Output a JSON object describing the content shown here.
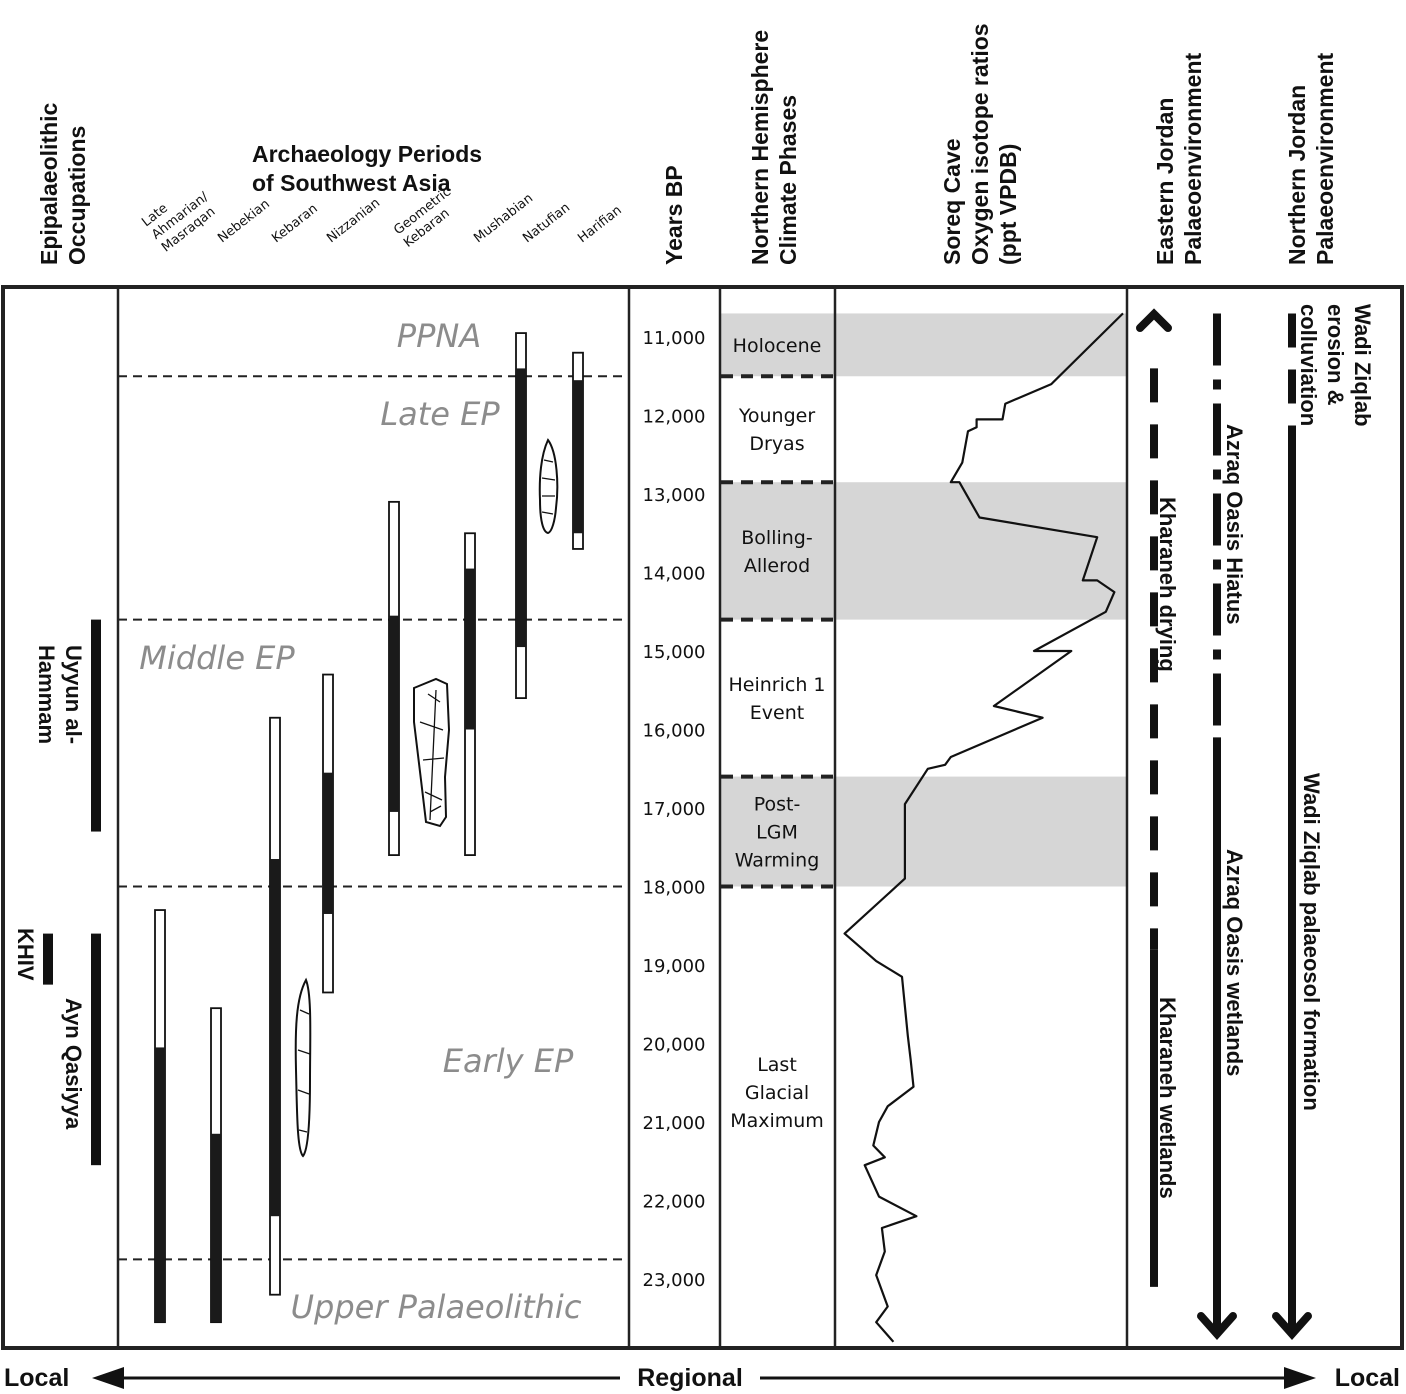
{
  "headers": {
    "occupations": [
      "Epipalaeolithic",
      "Occupations"
    ],
    "periods": [
      "Archaeology Periods",
      "of Southwest Asia"
    ],
    "years": "Years BP",
    "climate": [
      "Northern Hemisphere",
      "Climate Phases"
    ],
    "soreq": [
      "Soreq Cave",
      "Oxygen isotope ratios",
      "(ppt VPDB)"
    ],
    "eastern": [
      "Eastern Jordan",
      "Palaeoenvironment"
    ],
    "northern": [
      "Northern Jordan",
      "Palaeoenvironment"
    ]
  },
  "period_labels": [
    [
      "Late",
      "Ahmarian/",
      "Masraqan"
    ],
    [
      "Nebekian"
    ],
    [
      "Kebaran"
    ],
    [
      "Nizzanian"
    ],
    [
      "Geometric",
      "Kebaran"
    ],
    [
      "Mushabian"
    ],
    [
      "Natufian"
    ],
    [
      "Harifian"
    ]
  ],
  "eras": [
    "PPNA",
    "Late EP",
    "Middle EP",
    "Early EP",
    "Upper Palaeolithic"
  ],
  "chart_data": {
    "type": "timeline",
    "y_axis": "Years BP",
    "ticks": [
      {
        "value": 11000,
        "label": "11,000"
      },
      {
        "value": 12000,
        "label": "12,000"
      },
      {
        "value": 13000,
        "label": "13,000"
      },
      {
        "value": 14000,
        "label": "14,000"
      },
      {
        "value": 15000,
        "label": "15,000"
      },
      {
        "value": 16000,
        "label": "16,000"
      },
      {
        "value": 17000,
        "label": "17,000"
      },
      {
        "value": 18000,
        "label": "18,000"
      },
      {
        "value": 19000,
        "label": "19,000"
      },
      {
        "value": 20000,
        "label": "20,000"
      },
      {
        "value": 21000,
        "label": "21,000"
      },
      {
        "value": 22000,
        "label": "22,000"
      },
      {
        "value": 23000,
        "label": "23,000"
      }
    ],
    "era_boundaries": [
      11500,
      14600,
      18000,
      22750
    ],
    "periods": [
      {
        "name": "Late Ahmarian/Masraqan",
        "range": [
          18300,
          23550
        ],
        "core": [
          20050,
          23550
        ]
      },
      {
        "name": "Nebekian",
        "range": [
          19550,
          23550
        ],
        "core": [
          21150,
          23550
        ]
      },
      {
        "name": "Kebaran",
        "range": [
          15850,
          23200
        ],
        "core": [
          17650,
          22200
        ]
      },
      {
        "name": "Nizzanian",
        "range": [
          15300,
          19350
        ],
        "core": [
          16550,
          18350
        ]
      },
      {
        "name": "Geometric Kebaran",
        "range": [
          13100,
          17600
        ],
        "core": [
          14550,
          17050
        ]
      },
      {
        "name": "Mushabian",
        "range": [
          13500,
          17600
        ],
        "core": [
          13950,
          16000
        ]
      },
      {
        "name": "Natufian",
        "range": [
          10950,
          15600
        ],
        "core": [
          11400,
          14950
        ]
      },
      {
        "name": "Harifian",
        "range": [
          11200,
          13700
        ],
        "core": [
          11550,
          13500
        ]
      }
    ],
    "occupations": [
      {
        "name": "Uyyun al-Hammam",
        "range": [
          14600,
          17300
        ]
      },
      {
        "name": "Ayn Qasiyya",
        "range": [
          18600,
          21550
        ]
      },
      {
        "name": "KHIV",
        "range": [
          18600,
          19250
        ]
      }
    ],
    "climate_phases": [
      {
        "name": [
          "Holocene"
        ],
        "range": [
          10700,
          11500
        ],
        "shaded": true
      },
      {
        "name": [
          "Younger",
          "Dryas"
        ],
        "range": [
          11500,
          12850
        ],
        "shaded": false
      },
      {
        "name": [
          "Bolling-",
          "Allerod"
        ],
        "range": [
          12850,
          14600
        ],
        "shaded": true
      },
      {
        "name": [
          "Heinrich 1",
          "Event"
        ],
        "range": [
          14600,
          16600
        ],
        "shaded": false
      },
      {
        "name": [
          "Post-",
          "LGM",
          "Warming"
        ],
        "range": [
          16600,
          18000
        ],
        "shaded": true
      },
      {
        "name": [
          "Last",
          "Glacial",
          "Maximum"
        ],
        "range": [
          18000,
          23800
        ],
        "shaded": false
      }
    ],
    "soreq_curve": [
      [
        1.0,
        10700
      ],
      [
        0.75,
        11600
      ],
      [
        0.59,
        11850
      ],
      [
        0.58,
        12050
      ],
      [
        0.49,
        12050
      ],
      [
        0.49,
        12150
      ],
      [
        0.46,
        12200
      ],
      [
        0.44,
        12600
      ],
      [
        0.4,
        12850
      ],
      [
        0.43,
        12850
      ],
      [
        0.5,
        13300
      ],
      [
        0.91,
        13550
      ],
      [
        0.86,
        14100
      ],
      [
        0.91,
        14100
      ],
      [
        0.97,
        14250
      ],
      [
        0.94,
        14500
      ],
      [
        0.69,
        15000
      ],
      [
        0.82,
        15000
      ],
      [
        0.55,
        15700
      ],
      [
        0.72,
        15850
      ],
      [
        0.4,
        16350
      ],
      [
        0.38,
        16450
      ],
      [
        0.32,
        16500
      ],
      [
        0.24,
        16950
      ],
      [
        0.24,
        17900
      ],
      [
        0.03,
        18600
      ],
      [
        0.14,
        18950
      ],
      [
        0.23,
        19150
      ],
      [
        0.25,
        19900
      ],
      [
        0.26,
        20200
      ],
      [
        0.27,
        20550
      ],
      [
        0.18,
        20800
      ],
      [
        0.15,
        21000
      ],
      [
        0.13,
        21300
      ],
      [
        0.17,
        21450
      ],
      [
        0.1,
        21550
      ],
      [
        0.15,
        21950
      ],
      [
        0.28,
        22200
      ],
      [
        0.16,
        22350
      ],
      [
        0.17,
        22650
      ],
      [
        0.14,
        22950
      ],
      [
        0.18,
        23350
      ],
      [
        0.14,
        23550
      ],
      [
        0.2,
        23800
      ]
    ],
    "eastern_jordan": [
      {
        "label": "Kharaneh drying",
        "style": "dashed",
        "range": [
          10800,
          18800
        ],
        "arrow": "up"
      },
      {
        "label": "Kharaneh wetlands",
        "style": "solid",
        "range": [
          18800,
          23100
        ]
      },
      {
        "label": "Azraq Oasis Hiatus",
        "style": "dashdot",
        "range": [
          10700,
          16100
        ]
      },
      {
        "label": "Azraq Oasis wetlands",
        "style": "solid",
        "range": [
          16100,
          23700
        ],
        "arrow": "down"
      }
    ],
    "northern_jordan": [
      {
        "label": [
          "Wadi Ziqlab",
          "erosion &",
          "colluviation"
        ],
        "style": "dashed",
        "range": [
          10700,
          12350
        ]
      },
      {
        "label": "Wadi Ziqlab palaeosol formation",
        "style": "solid",
        "range": [
          12350,
          23700
        ],
        "arrow": "down"
      }
    ]
  },
  "axis": {
    "left": "Local",
    "center": "Regional",
    "right": "Local"
  }
}
